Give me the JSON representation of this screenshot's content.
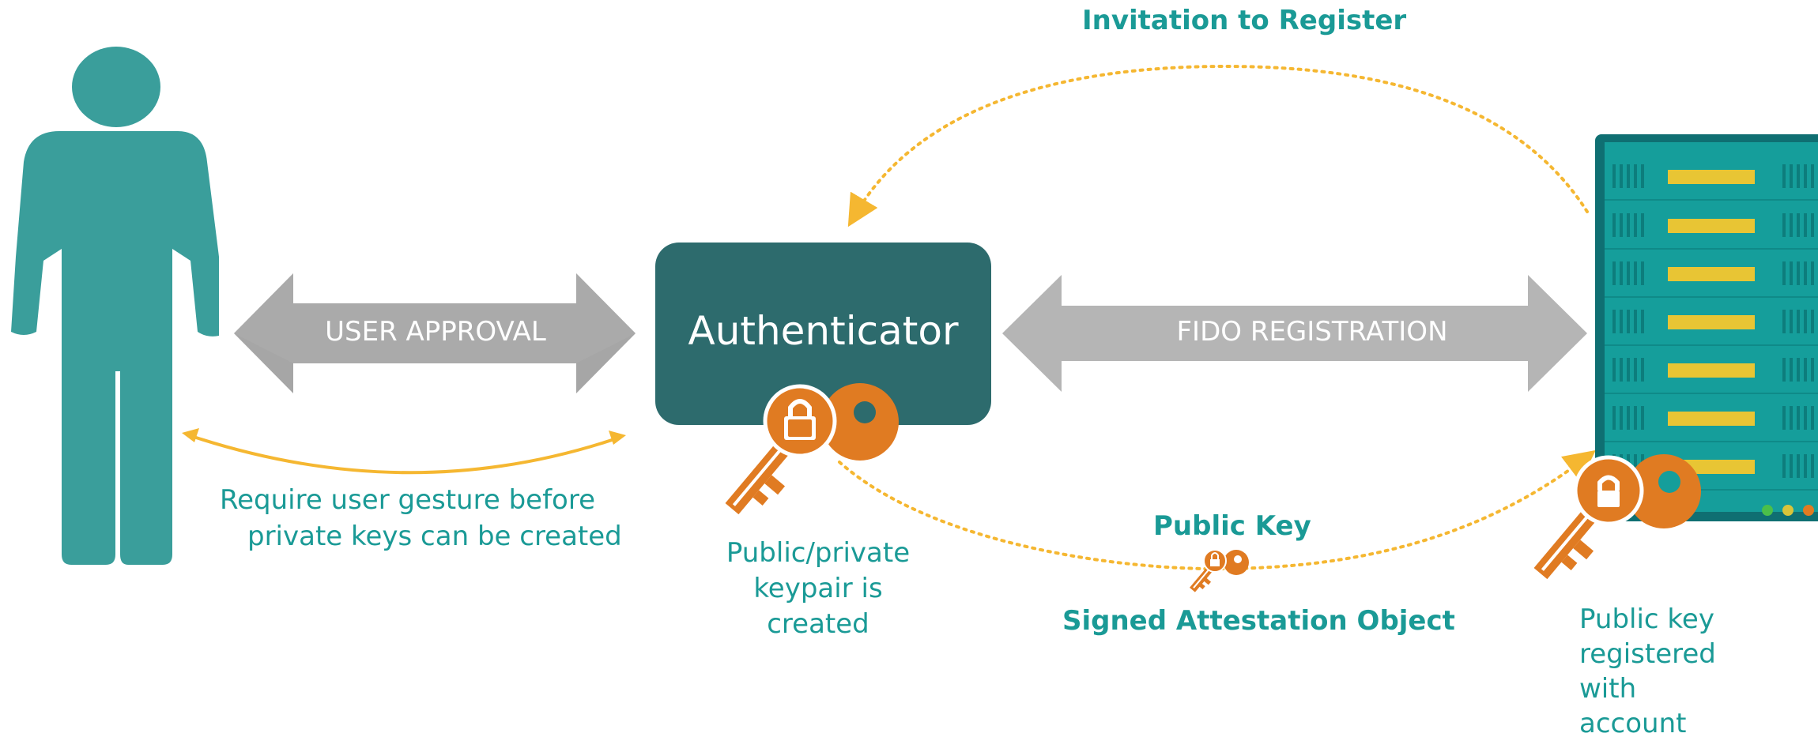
{
  "labels": {
    "invitation": "Invitation to Register",
    "user_approval": "USER APPROVAL",
    "authenticator": "Authenticator",
    "fido_registration": "FIDO REGISTRATION",
    "gesture_line1": "Require user gesture before",
    "gesture_line2": "private keys can be created",
    "keypair_line1": "Public/private",
    "keypair_line2": "keypair is",
    "keypair_line3": "created",
    "public_key": "Public Key",
    "signed_attestation": "Signed Attestation Object",
    "registered_line1": "Public key",
    "registered_line2": "registered",
    "registered_line3": "with",
    "registered_line4": "account"
  },
  "colors": {
    "teal_text": "#1a9a96",
    "person": "#3a9e9b",
    "authenticator_box": "#2d6b6d",
    "arrow_gray_dark": "#a6a6a6",
    "arrow_gray_light": "#b5b5b5",
    "dotted_flow": "#f5b731",
    "key_orange": "#e07b22",
    "server_body": "#159e9b",
    "server_slot": "#e8c534"
  },
  "icons": {
    "person": "user-icon",
    "server": "server-icon",
    "keys": "key-lock-icon"
  }
}
